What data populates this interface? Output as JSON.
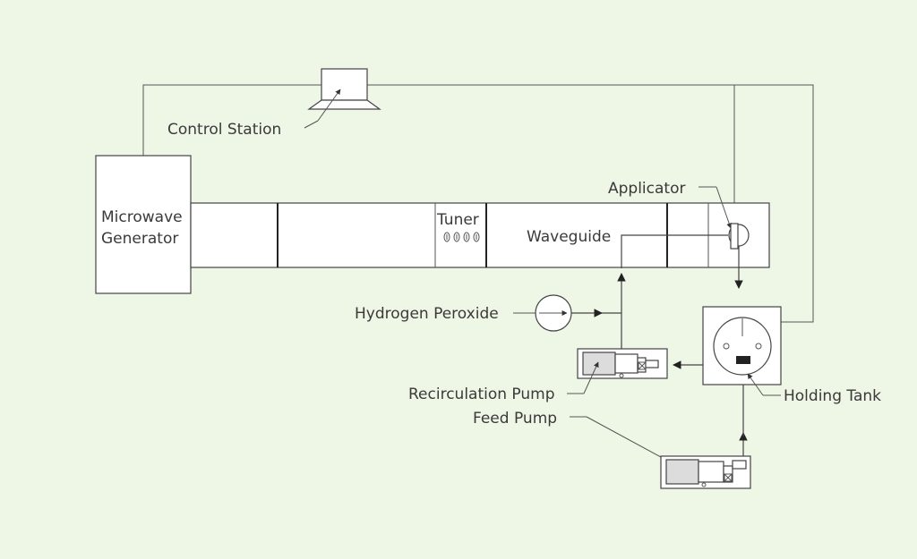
{
  "labels": {
    "control_station": "Control Station",
    "microwave_generator_line1": "Microwave",
    "microwave_generator_line2": "Generator",
    "tuner": "Tuner",
    "waveguide": "Waveguide",
    "applicator": "Applicator",
    "hydrogen_peroxide": "Hydrogen Peroxide",
    "recirculation_pump": "Recirculation Pump",
    "feed_pump": "Feed Pump",
    "holding_tank": "Holding Tank"
  },
  "colors": {
    "background": "#eef6e6",
    "line": "#444444",
    "fill": "#ffffff"
  }
}
